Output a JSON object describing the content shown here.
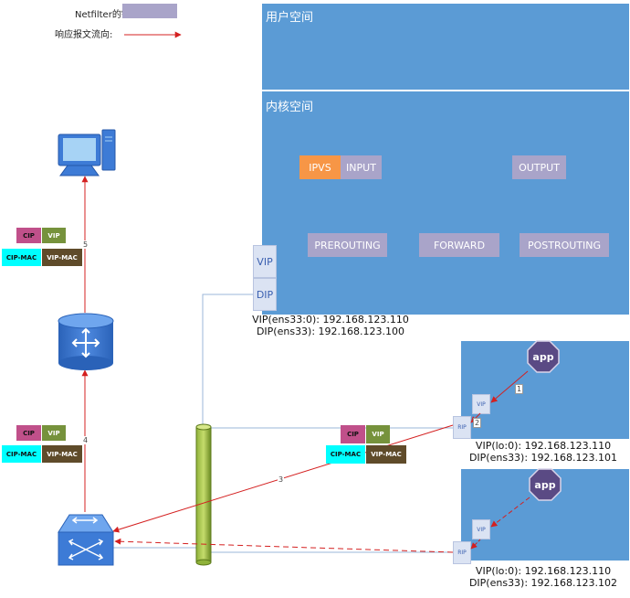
{
  "legend": {
    "hook_label": "Netfilter的链:",
    "hook_color": "#a9a4c9",
    "response_label": "响应报文流向:",
    "response_color": "#d42020"
  },
  "colors": {
    "region": "#5b9bd5",
    "hook": "#a9a4c9",
    "ipvs": "#f79646",
    "cip": "#c0508a",
    "vip": "#76923c",
    "cip_mac": "#00ffff",
    "vip_mac": "#5f4b2a",
    "bus": "#7a9a2e",
    "port": "#dbe3f3",
    "app": "#5a4a84"
  },
  "director": {
    "user_space": "用户空间",
    "kernel_space": "内核空间",
    "hooks": {
      "ipvs": "IPVS",
      "input": "INPUT",
      "output": "OUTPUT",
      "prerouting": "PREROUTING",
      "forward": "FORWARD",
      "postrouting": "POSTROUTING"
    },
    "vip_port": "VIP",
    "dip_port": "DIP",
    "vip_addr": "VIP(ens33:0): 192.168.123.110",
    "dip_addr": "DIP(ens33): 192.168.123.100"
  },
  "packet": {
    "cip": "CIP",
    "vip": "VIP",
    "cip_mac": "CIP-MAC",
    "vip_mac": "VIP-MAC"
  },
  "real_servers": [
    {
      "app": "app",
      "vip_port": "VIP",
      "rip_port": "RIP",
      "vip_addr": "VIP(lo:0): 192.168.123.110",
      "dip_addr": "DIP(ens33): 192.168.123.101"
    },
    {
      "app": "app",
      "vip_port": "VIP",
      "rip_port": "RIP",
      "vip_addr": "VIP(lo:0): 192.168.123.110",
      "dip_addr": "DIP(ens33): 192.168.123.102"
    }
  ],
  "steps": {
    "s1": "1",
    "s2": "2",
    "s3": "3",
    "s4": "4",
    "s5": "5"
  }
}
